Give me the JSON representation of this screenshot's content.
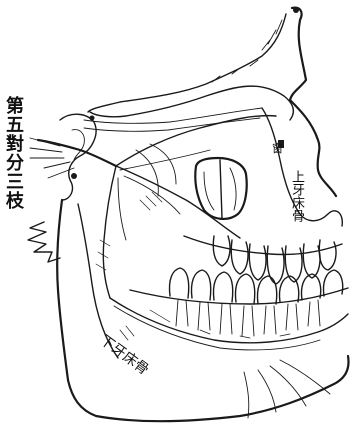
{
  "labels": {
    "nerve_title": "第五對分三枝",
    "bone_label": "上牙床骨",
    "nerve_small": "窗",
    "lower_label": "下牙床骨"
  }
}
